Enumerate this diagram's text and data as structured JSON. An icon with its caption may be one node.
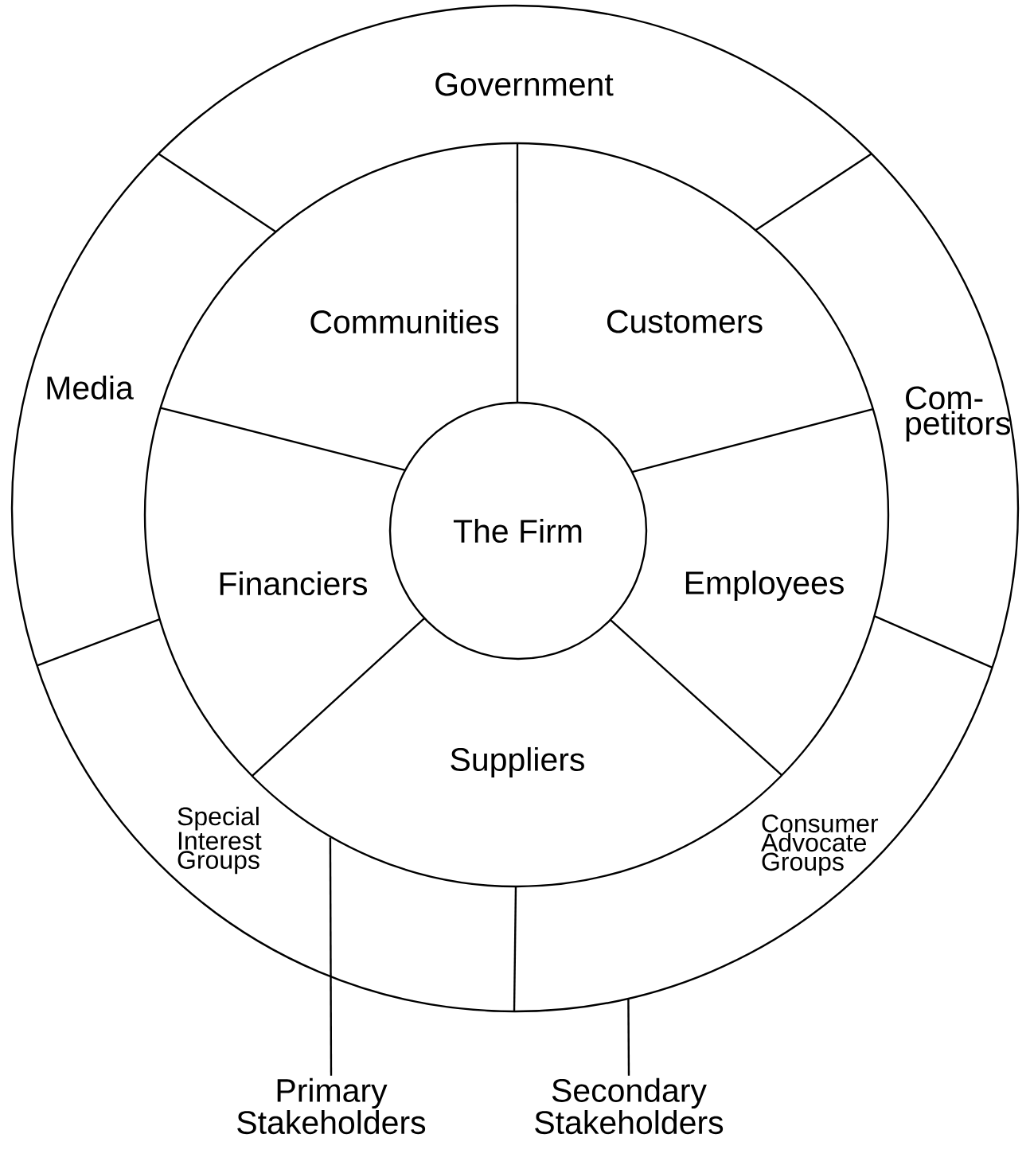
{
  "diagram": {
    "nodes": [
      {
        "text": [],
        "shape": "circle"
      },
      {
        "text": [
          "Government"
        ],
        "in": 0
      },
      {
        "text": [
          "Media"
        ],
        "in": 0
      },
      {
        "text": [
          "Com- petitors"
        ],
        "in": 0
      },
      {
        "text": [
          "Special Interest Groups"
        ],
        "in": 0
      },
      {
        "text": [
          "Consumer Advocate Groups"
        ],
        "in": 0
      },
      {
        "text": [],
        "shape": "circle",
        "in": 0
      },
      {
        "text": [
          "Communities"
        ],
        "in": 6
      },
      {
        "text": [
          "Customers"
        ],
        "in": 6
      },
      {
        "text": [
          "The Firm"
        ],
        "in": 6
      },
      {
        "text": [
          "Financiers"
        ],
        "in": 6
      },
      {
        "text": [
          "Employees"
        ],
        "in": 6
      },
      {
        "text": [
          "Suppliers"
        ],
        "in": 6
      },
      {
        "text": [
          "Primary Stakeholders"
        ]
      },
      {
        "text": [
          "Secondary Stakeholders"
        ]
      }
    ],
    "edges": [
      {
        "from": 13,
        "to": 6,
        "arrow": "none"
      },
      {
        "from": 14,
        "to": 0,
        "arrow": "none"
      }
    ]
  }
}
